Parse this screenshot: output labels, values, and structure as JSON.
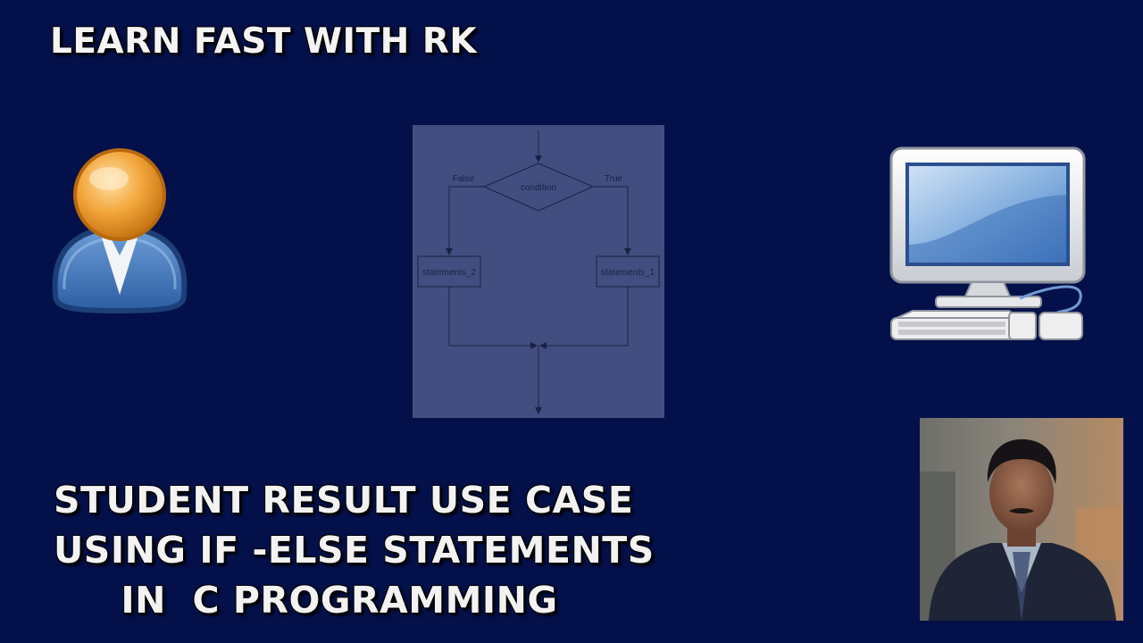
{
  "brand": {
    "title": "LEARN FAST WITH RK"
  },
  "icons": {
    "user": "user-avatar-icon",
    "computer": "desktop-computer-icon"
  },
  "flowchart": {
    "condition_label": "condition",
    "false_label": "False",
    "true_label": "True",
    "false_branch_label": "statements_2",
    "true_branch_label": "statements_1"
  },
  "title": {
    "lines": [
      "STUDENT RESULT USE CASE",
      "USING IF -ELSE STATEMENTS",
      "IN  C PROGRAMMING"
    ]
  },
  "colors": {
    "background": "#03104a",
    "diagram_panel": "#424e80",
    "text": "#f2f2f2"
  }
}
